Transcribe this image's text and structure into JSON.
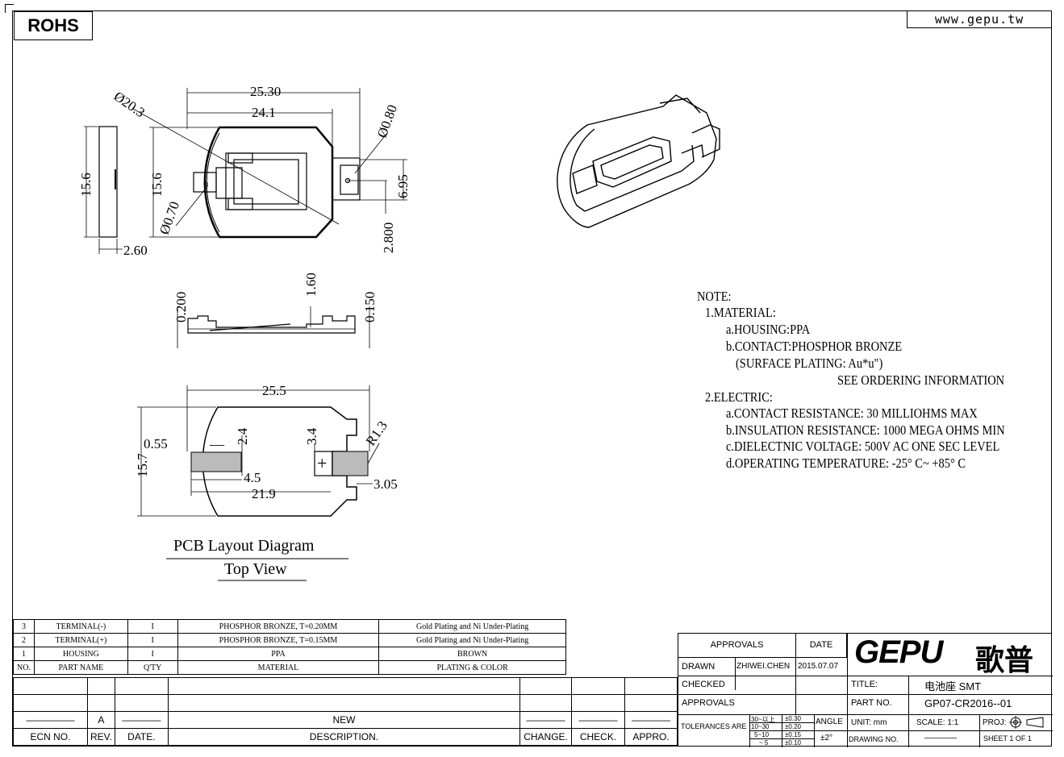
{
  "header": {
    "rohs": "ROHS",
    "website": "www.gepu.tw"
  },
  "dimensions": {
    "top": [
      "25.30",
      "24.1",
      "Ø20.3",
      "Ø0.80",
      "15.6",
      "15.6",
      "6.95",
      "2.800",
      "Ø0.70",
      "2.60"
    ],
    "side": [
      "0.200",
      "1.60",
      "0.150"
    ],
    "pcb": [
      "25.5",
      "15.7",
      "0.55",
      "2.4",
      "3.4",
      "R1.3",
      "4.5",
      "21.9",
      "3.05"
    ]
  },
  "pcb": {
    "title": "PCB Layout Diagram",
    "subtitle": "Top View",
    "minus": "—",
    "plus": "+"
  },
  "notes": [
    "NOTE:",
    "1.MATERIAL:",
    "a.HOUSING:PPA",
    "b.CONTACT:PHOSPHOR BRONZE",
    "(SURFACE PLATING: Au*u\")",
    "SEE ORDERING INFORMATION",
    "2.ELECTRIC:",
    "a.CONTACT RESISTANCE: 30 MILLIOHMS MAX",
    "b.INSULATION RESISTANCE: 1000 MEGA OHMS MIN",
    "c.DIELECTNIC VOLTAGE: 500V AC ONE SEC LEVEL",
    "d.OPERATING TEMPERATURE: -25° C~ +85° C"
  ],
  "bom": {
    "rows": [
      {
        "no": "3",
        "part": "TERMINAL(-)",
        "qty": "I",
        "material": "PHOSPHOR BRONZE, T=0.20MM",
        "plating": "Gold Plating and Ni Under-Plating"
      },
      {
        "no": "2",
        "part": "TERMINAL(+)",
        "qty": "I",
        "material": "PHOSPHOR BRONZE, T=0.15MM",
        "plating": "Gold Plating and Ni Under-Plating"
      },
      {
        "no": "1",
        "part": "HOUSING",
        "qty": "I",
        "material": "PPA",
        "plating": "BROWN"
      }
    ],
    "headers": {
      "no": "NO.",
      "part": "PART NAME",
      "qty": "Q'TY",
      "material": "MATERIAL",
      "plating": "PLATING & COLOR"
    }
  },
  "revision": {
    "row": {
      "ecn": "—————",
      "rev": "A",
      "date": "————",
      "desc": "NEW",
      "change": "————",
      "check": "————",
      "appro": "————"
    },
    "headers": {
      "ecn": "ECN NO.",
      "rev": "REV.",
      "date": "DATE.",
      "desc": "DESCRIPTION.",
      "change": "CHANGE.",
      "check": "CHECK.",
      "appro": "APPRO."
    }
  },
  "title_block": {
    "approvals_label": "APPROVALS",
    "date_label": "DATE",
    "drawn_label": "DRAWN",
    "drawn_by": "ZHIWEI.CHEN",
    "drawn_date": "2015.07.07",
    "checked_label": "CHECKED",
    "approvals2_label": "APPROVALS",
    "logo": "GEPU",
    "logo_cn": "歌普",
    "title_label": "TITLE:",
    "title_value": "电池座 SMT",
    "part_no_label": "PART NO.",
    "part_no_value": "GP07-CR2016--01",
    "tolerances_label": "TOLERANCES ARE",
    "tol_ranges": [
      "30~以上",
      "10~30",
      "5~10",
      "~ 5"
    ],
    "tol_values": [
      "±0.30",
      "±0.20",
      "±0.15",
      "±0.10"
    ],
    "angle_label": "ANGLE",
    "angle_value": "±2°",
    "unit": "UNIT: mm",
    "scale": "SCALE: 1:1",
    "proj": "PROJ:",
    "drawing_no_label": "DRAWING NO.",
    "drawing_no_value": "————",
    "sheet": "SHEET 1 OF 1"
  }
}
